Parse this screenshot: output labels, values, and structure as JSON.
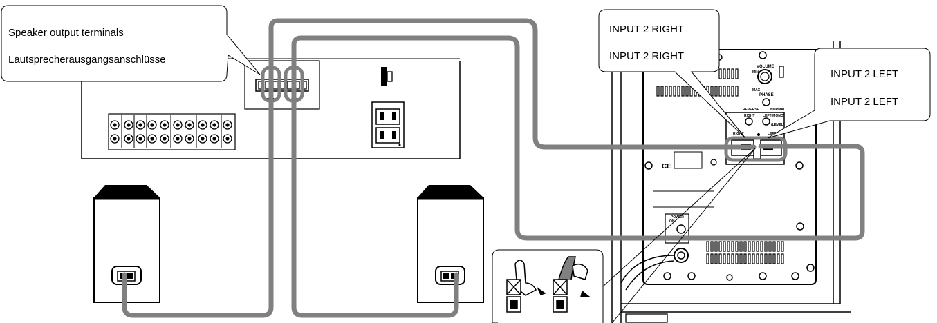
{
  "callouts": {
    "speaker_terminals": {
      "en": "Speaker output terminals",
      "de": "Lautsprecherausgangsanschlüsse"
    },
    "input2_right": {
      "en": "INPUT 2  RIGHT",
      "de": "INPUT 2  RIGHT"
    },
    "input2_left": {
      "en": "INPUT 2  LEFT",
      "de": "INPUT 2  LEFT"
    }
  },
  "amplifier_panel": {
    "terminal_right": "RIGHT",
    "terminal_left": "LEFT"
  },
  "subwoofer_panel": {
    "volume": "VOLUME",
    "min": "MIN",
    "max": "MAX",
    "phase": "PHASE",
    "reverse": "REVERSE",
    "normal": "NORMAL",
    "right": "RIGHT",
    "left_mono": "LEFT(MONO)",
    "level": "(LEVEL)",
    "right2": "RIGHT",
    "left2": "LEFT",
    "ce": "CE",
    "power": "POWER",
    "on": "ON"
  },
  "colors": {
    "cable": "#808080",
    "line": "#000000",
    "background": "#ffffff"
  }
}
